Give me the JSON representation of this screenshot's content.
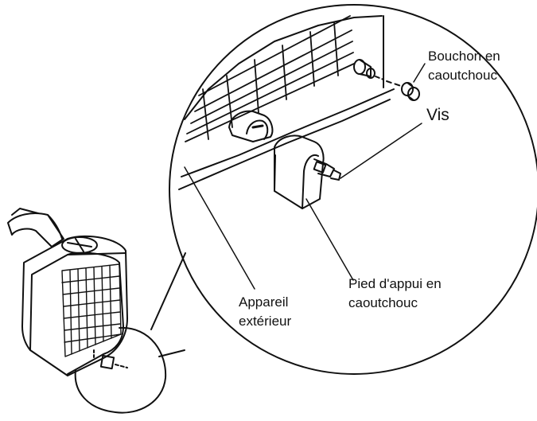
{
  "diagram": {
    "labels": {
      "rubber_plug": [
        "Bouchon en",
        "caoutchouc"
      ],
      "screw": "Vis",
      "rubber_foot": [
        "Pied d'appui en",
        "caoutchouc"
      ],
      "outdoor_unit": [
        "Appareil",
        "extérieur"
      ]
    },
    "colors": {
      "ink": "#111111",
      "background": "#ffffff"
    }
  }
}
